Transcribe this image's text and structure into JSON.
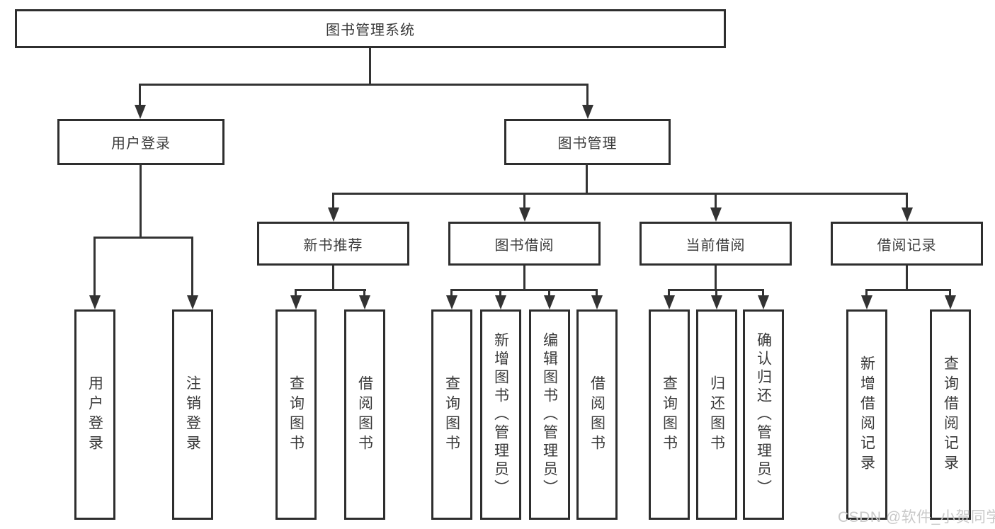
{
  "diagram": {
    "root": {
      "label": "图书管理系统"
    },
    "level2": [
      {
        "label": "用户登录"
      },
      {
        "label": "图书管理"
      }
    ],
    "level3": [
      {
        "label": "新书推荐"
      },
      {
        "label": "图书借阅"
      },
      {
        "label": "当前借阅"
      },
      {
        "label": "借阅记录"
      }
    ],
    "leaves": {
      "login": [
        {
          "label": "用户登录"
        },
        {
          "label": "注销登录"
        }
      ],
      "newbook": [
        {
          "label": "查询图书"
        },
        {
          "label": "借阅图书"
        }
      ],
      "borrow": [
        {
          "label": "查询图书"
        },
        {
          "label": "新增图书（管理员）"
        },
        {
          "label": "编辑图书（管理员）"
        },
        {
          "label": "借阅图书"
        }
      ],
      "current": [
        {
          "label": "查询图书"
        },
        {
          "label": "归还图书"
        },
        {
          "label": "确认归还（管理员）"
        }
      ],
      "records": [
        {
          "label": "新增借阅记录"
        },
        {
          "label": "查询借阅记录"
        }
      ]
    },
    "colors": {
      "line": "#333333",
      "box_border": "#2e2e2e",
      "text": "#3a3a3a",
      "background": "#ffffff",
      "watermark": "#c9c9c9"
    },
    "watermark": {
      "text": "CSDN @软件_小贺同学"
    }
  }
}
